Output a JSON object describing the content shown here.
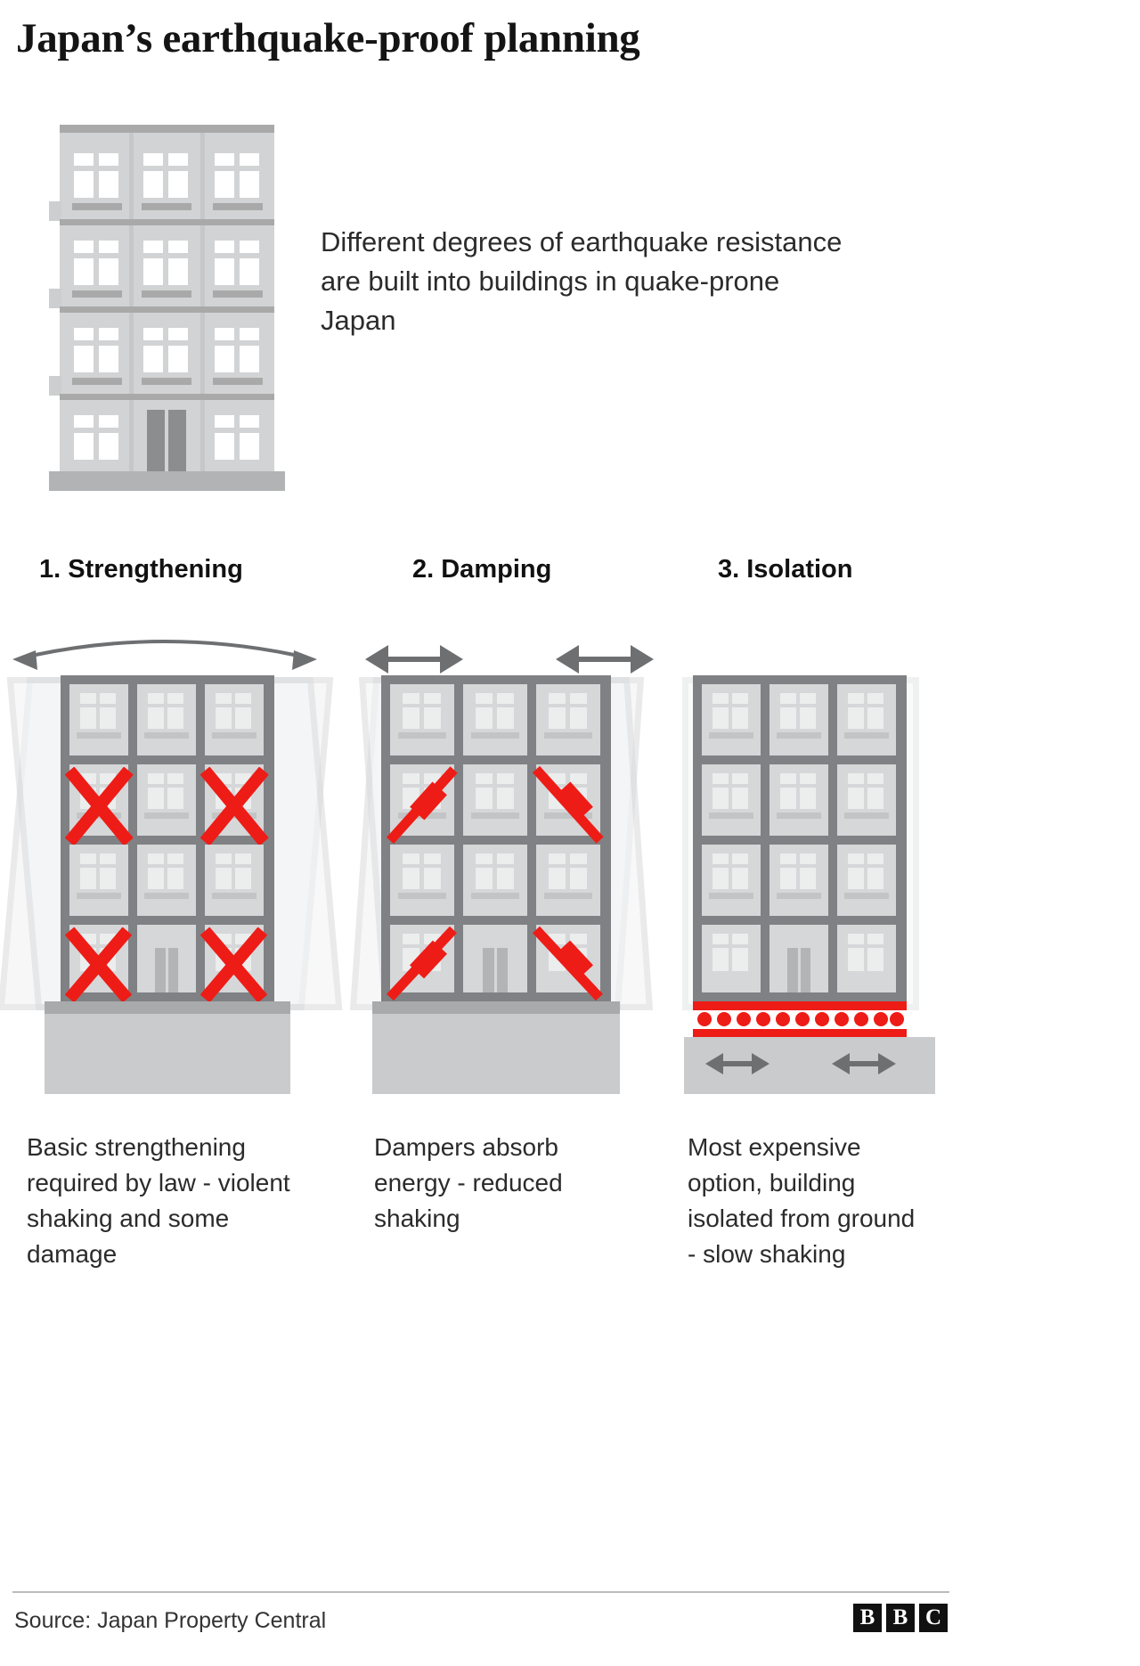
{
  "title": "Japan’s earthquake-proof planning",
  "intro": "Different degrees of earthquake resistance are built into buildings in quake-prone Japan",
  "sections": [
    {
      "heading": "1. Strengthening",
      "caption": "Basic strengthening required by law - violent shaking and some damage",
      "brace_type": "x-brace",
      "motion": "sway-arc",
      "brace_color": "#ee1c16"
    },
    {
      "heading": "2. Damping",
      "caption": "Dampers absorb energy -  reduced shaking",
      "brace_type": "diagonal-damper",
      "motion": "double-arrow-pair",
      "brace_color": "#ee1c16"
    },
    {
      "heading": "3. Isolation",
      "caption": "Most expensive option, building isolated from ground - slow shaking",
      "brace_type": "base-isolators",
      "motion": "ground-arrows",
      "brace_color": "#ee1c16"
    }
  ],
  "footer": {
    "source": "Source: Japan Property Central",
    "logo_letters": [
      "B",
      "B",
      "C"
    ]
  },
  "colors": {
    "accent_red": "#ee1c16",
    "frame_grey": "#808184",
    "building_grey": "#d2d3d4",
    "ghost_grey": "#e9eaeb",
    "arrow_grey": "#6e6f71",
    "text": "#2b2b2b"
  }
}
